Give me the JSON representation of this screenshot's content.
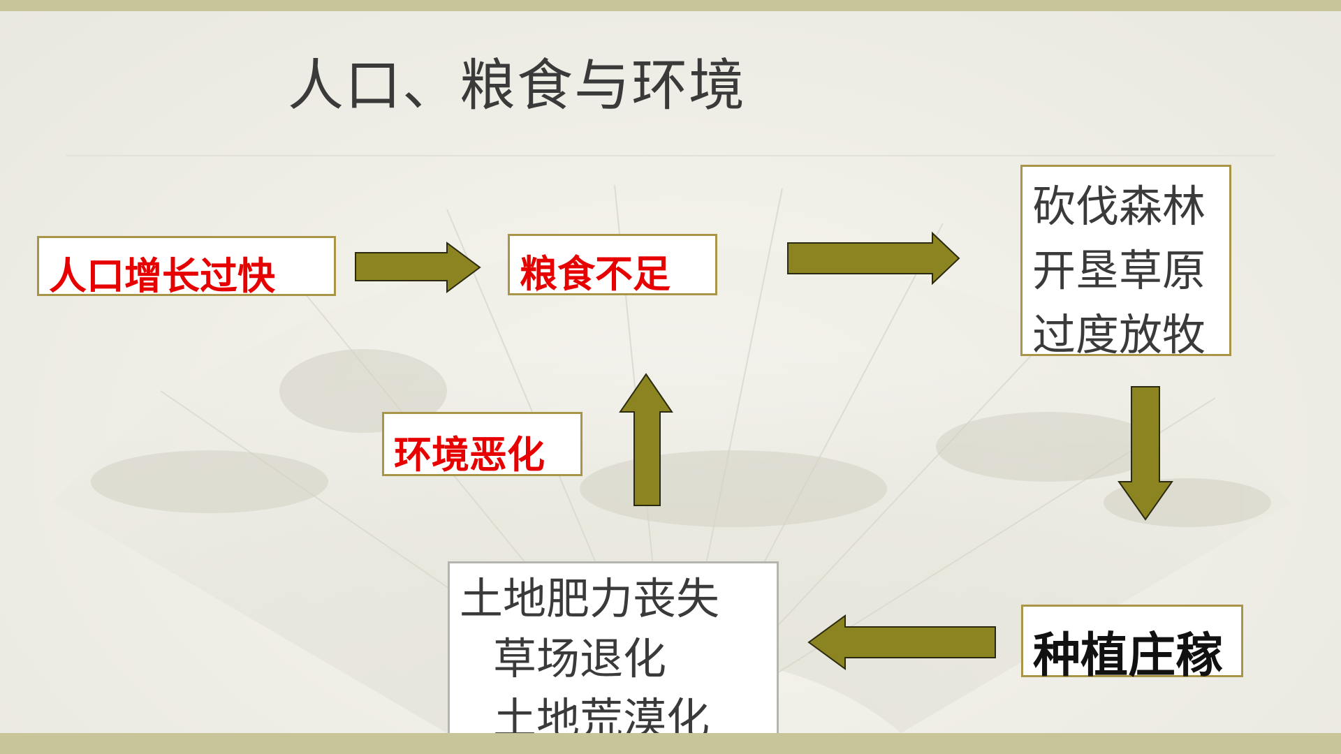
{
  "title": "人口、粮食与环境",
  "nodes": {
    "population": "人口增长过快",
    "food": "粮食不足",
    "environment": "环境恶化",
    "activities": [
      "砍伐森林",
      "开垦草原",
      "过度放牧"
    ],
    "planting": "种植庄稼",
    "consequences": [
      "土地肥力丧失",
      "草场退化",
      "土地荒漠化"
    ]
  },
  "colors": {
    "arrow_fill": "#8c8420",
    "box_border": "#a89548",
    "highlight_text": "#e60000",
    "band": "#c9c59b"
  }
}
